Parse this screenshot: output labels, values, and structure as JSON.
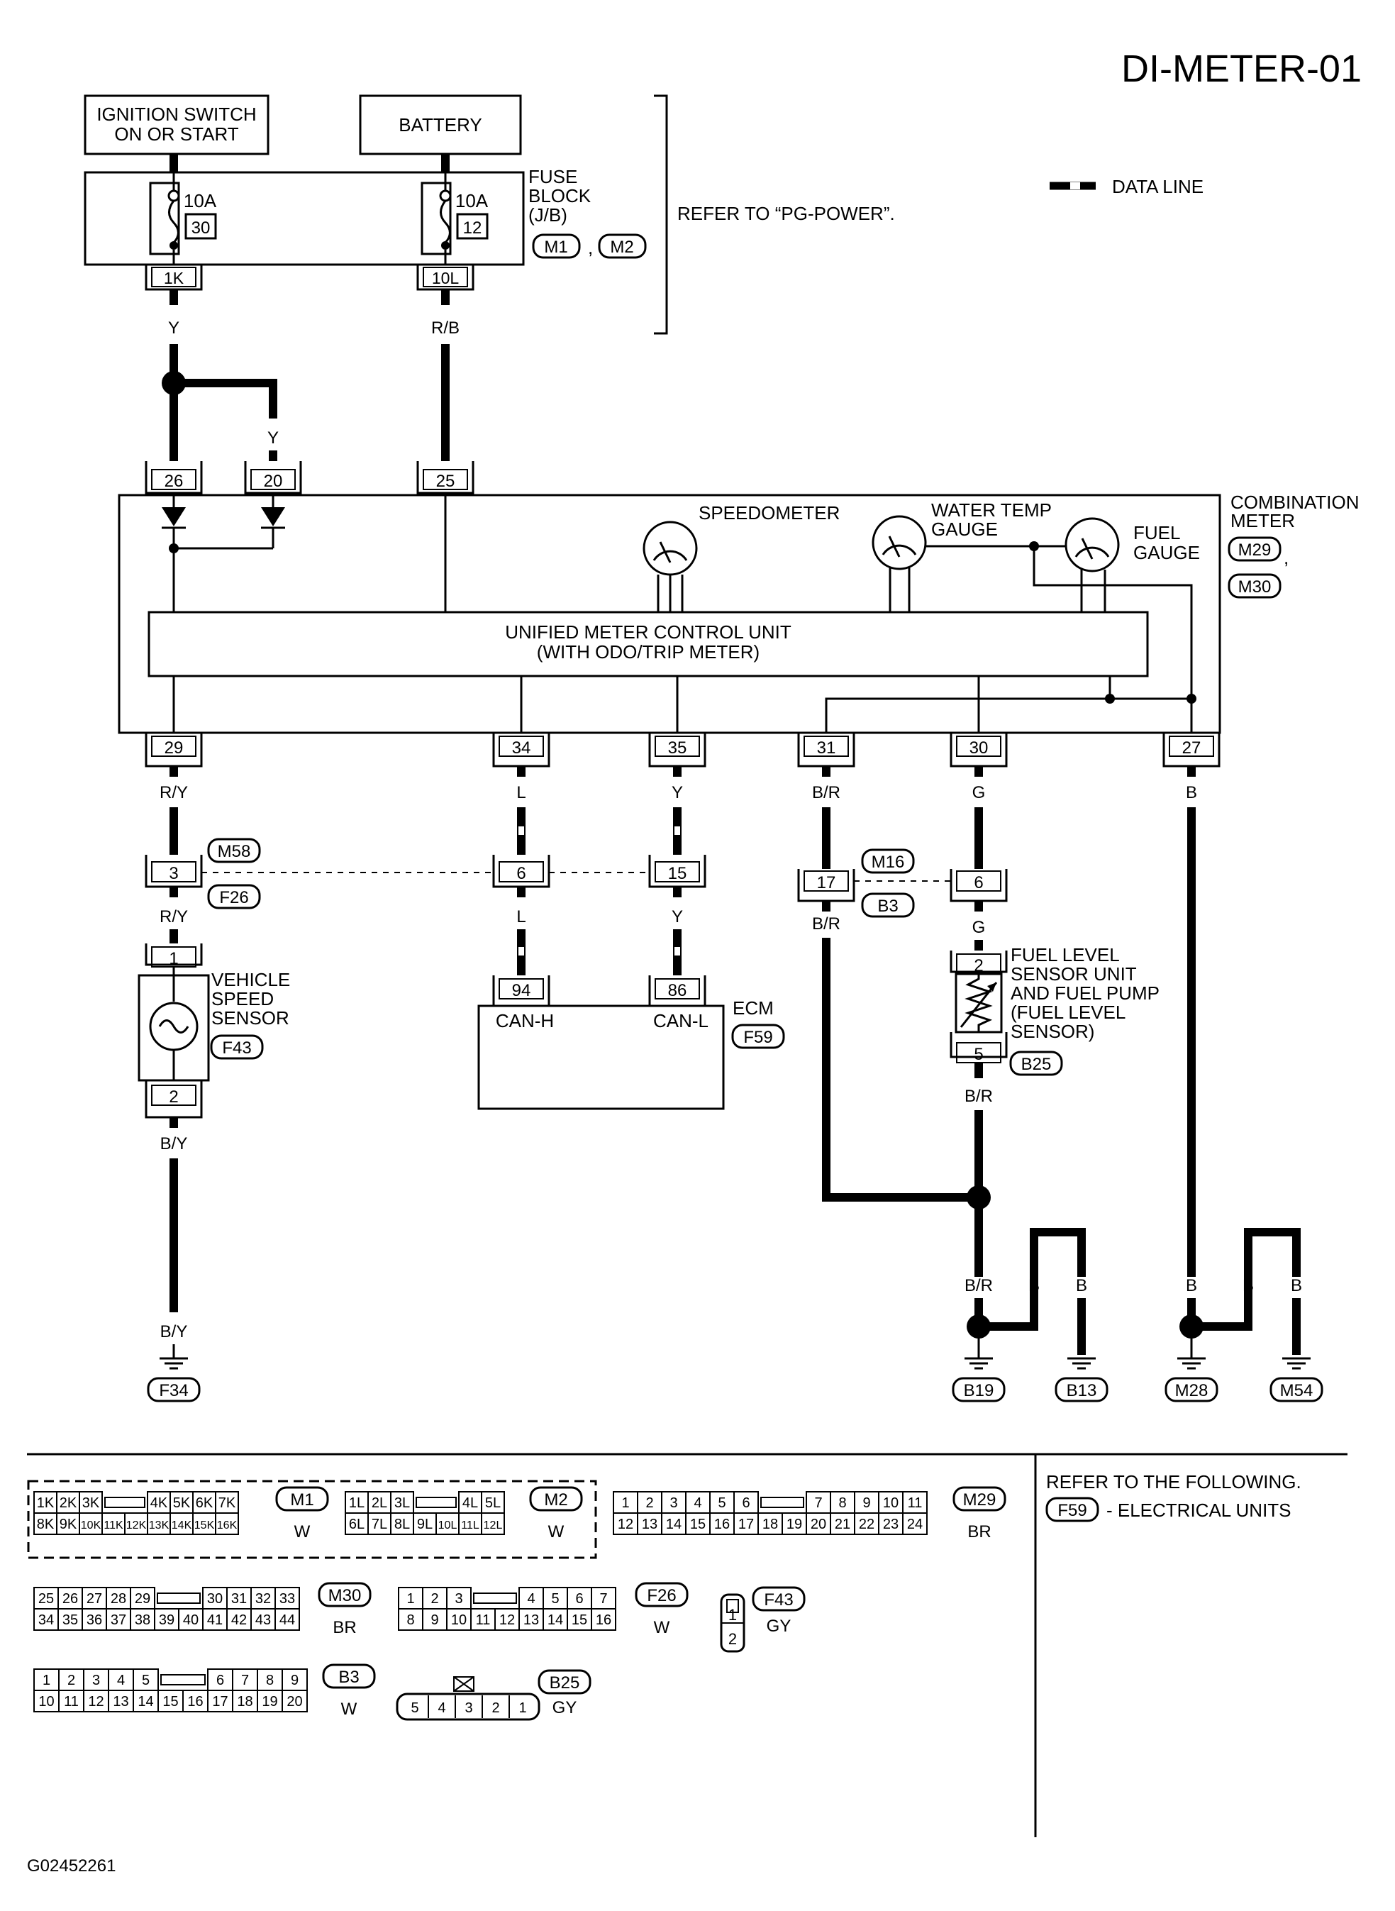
{
  "page_title": "DI-METER-01",
  "figure_id": "G02452261",
  "legend": {
    "data_line": "DATA LINE"
  },
  "power": {
    "ignition": [
      "IGNITION SWITCH",
      "ON OR START"
    ],
    "battery": "BATTERY",
    "fuse_block": [
      "FUSE",
      "BLOCK",
      "(J/B)"
    ],
    "fuse_a_rating": "10A",
    "fuse_a_number": "30",
    "fuse_b_rating": "10A",
    "fuse_b_number": "12",
    "fuse_a_terminal": "1K",
    "fuse_b_terminal": "10L",
    "fuse_conn_1": "M1",
    "fuse_conn_2": "M2",
    "refer_power": "REFER TO “PG-POWER”."
  },
  "wires": {
    "y": "Y",
    "rb": "R/B",
    "ry": "R/Y",
    "l": "L",
    "br": "B/R",
    "g": "G",
    "b": "B",
    "by": "B/Y"
  },
  "meter": {
    "title": [
      "COMBINATION",
      "METER"
    ],
    "conn_1": "M29",
    "conn_2": "M30",
    "speedometer": "SPEEDOMETER",
    "water_temp": [
      "WATER TEMP",
      "GAUGE"
    ],
    "fuel_gauge": [
      "FUEL",
      "GAUGE"
    ],
    "control_unit": [
      "UNIFIED METER CONTROL UNIT",
      "(WITH ODO/TRIP METER)"
    ],
    "pins_top": [
      "26",
      "20",
      "25"
    ],
    "pins_bottom": [
      "29",
      "34",
      "35",
      "31",
      "30",
      "27"
    ]
  },
  "joints": {
    "m58": "M58",
    "f26": "F26",
    "m16": "M16",
    "b3": "B3",
    "pin_3": "3",
    "pin_6a": "6",
    "pin_15": "15",
    "pin_17": "17",
    "pin_6b": "6"
  },
  "speed_sensor": {
    "label": [
      "VEHICLE",
      "SPEED",
      "SENSOR"
    ],
    "connector": "F43",
    "pin_1": "1",
    "pin_2": "2"
  },
  "ecm": {
    "label": "ECM",
    "connector": "F59",
    "pin_94": "94",
    "pin_86": "86",
    "can_h": "CAN-H",
    "can_l": "CAN-L"
  },
  "fuel_sender": {
    "label": [
      "FUEL LEVEL",
      "SENSOR UNIT",
      "AND FUEL PUMP",
      "(FUEL LEVEL",
      "SENSOR)"
    ],
    "connector": "B25",
    "pin_2": "2",
    "pin_5": "5"
  },
  "grounds": [
    "F34",
    "B19",
    "B13",
    "M28",
    "M54"
  ],
  "connector_table": {
    "m1": {
      "id": "M1",
      "color": "W",
      "row1": [
        "1K",
        "2K",
        "3K",
        "",
        "4K",
        "5K",
        "6K",
        "7K"
      ],
      "row2": [
        "8K",
        "9K",
        "10K",
        "11K",
        "12K",
        "13K",
        "14K",
        "15K",
        "16K"
      ]
    },
    "m2": {
      "id": "M2",
      "color": "W",
      "row1": [
        "1L",
        "2L",
        "3L",
        "",
        "4L",
        "5L"
      ],
      "row2": [
        "6L",
        "7L",
        "8L",
        "9L",
        "10L",
        "11L",
        "12L"
      ]
    },
    "m29": {
      "id": "M29",
      "color": "BR",
      "row1": [
        "1",
        "2",
        "3",
        "4",
        "5",
        "6",
        "",
        "7",
        "8",
        "9",
        "10",
        "11"
      ],
      "row2": [
        "12",
        "13",
        "14",
        "15",
        "16",
        "17",
        "18",
        "19",
        "20",
        "21",
        "22",
        "23",
        "24"
      ]
    },
    "m30": {
      "id": "M30",
      "color": "BR",
      "row1": [
        "25",
        "26",
        "27",
        "28",
        "29",
        "",
        "30",
        "31",
        "32",
        "33"
      ],
      "row2": [
        "34",
        "35",
        "36",
        "37",
        "38",
        "39",
        "40",
        "41",
        "42",
        "43",
        "44"
      ]
    },
    "f26": {
      "id": "F26",
      "color": "W",
      "row1": [
        "1",
        "2",
        "3",
        "",
        "4",
        "5",
        "6",
        "7"
      ],
      "row2": [
        "8",
        "9",
        "10",
        "11",
        "12",
        "13",
        "14",
        "15",
        "16"
      ]
    },
    "f43": {
      "id": "F43",
      "color": "GY",
      "pins": [
        "1",
        "2"
      ]
    },
    "b3": {
      "id": "B3",
      "color": "W",
      "row1": [
        "1",
        "2",
        "3",
        "4",
        "5",
        "",
        "6",
        "7",
        "8",
        "9"
      ],
      "row2": [
        "10",
        "11",
        "12",
        "13",
        "14",
        "15",
        "16",
        "17",
        "18",
        "19",
        "20"
      ]
    },
    "b25": {
      "id": "B25",
      "color": "GY",
      "pins": [
        "5",
        "4",
        "3",
        "2",
        "1"
      ]
    }
  },
  "refer": {
    "title": "REFER TO THE FOLLOWING.",
    "connector": "F59",
    "text": "- ELECTRICAL UNITS"
  }
}
